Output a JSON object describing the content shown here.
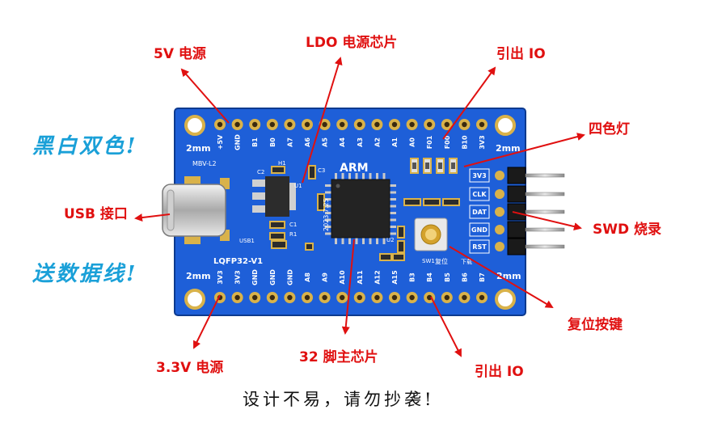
{
  "callouts": {
    "v5": "5V 电源",
    "ldo": "LDO 电源芯片",
    "io_top": "引出 IO",
    "led4": "四色灯",
    "usb": "USB 接口",
    "swd": "SWD 烧录",
    "v33": "3.3V 电源",
    "mcu32": "32 脚主芯片",
    "io_bottom": "引出 IO",
    "reset": "复位按键"
  },
  "side_text": {
    "top": "黑白双色!",
    "bottom": "送数据线!"
  },
  "footer": "设计不易，请勿抄袭!",
  "board": {
    "top_pins": [
      "+5V",
      "GND",
      "B1",
      "B0",
      "A7",
      "A6",
      "A5",
      "A4",
      "A3",
      "A2",
      "A1",
      "A0",
      "F01",
      "F00",
      "B10",
      "3V3"
    ],
    "bottom_pins": [
      "3V3",
      "3V3",
      "GND",
      "GND",
      "GND",
      "A8",
      "A9",
      "A10",
      "A11",
      "A12",
      "A15",
      "B3",
      "B4",
      "B5",
      "B6",
      "B7"
    ],
    "swd_pins": [
      "3V3",
      "CLK",
      "DAT",
      "GND",
      "RST"
    ],
    "silk": {
      "mm_tl": "2mm",
      "mm_tr": "2mm",
      "mm_bl": "2mm",
      "mm_br": "2mm",
      "model": "MBV-L2",
      "chip_name": "LQFP32-V1",
      "date": "2023.7.25",
      "brand": "ARM",
      "usb": "USB1",
      "sw": "SW1",
      "u1": "U1",
      "u2": "U2",
      "c1": "C1",
      "c2": "C2",
      "c3": "C3",
      "r1": "R1",
      "h1": "H1",
      "reset_text": "复位",
      "mode_text": "下载"
    }
  },
  "colors": {
    "board": "#1e5fd8",
    "callout": "#e01010",
    "side_text": "#1aa0d8",
    "gold": "#d9b24a"
  }
}
